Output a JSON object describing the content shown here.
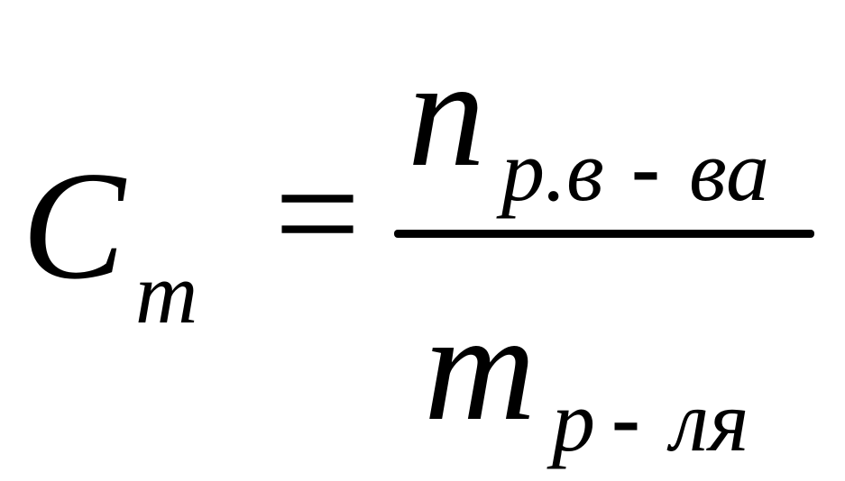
{
  "formula": {
    "lhs_main": "C",
    "lhs_sub": "m",
    "equals": "=",
    "numerator_main": "n",
    "numerator_sub_a": "р.в",
    "numerator_sub_dash": "-",
    "numerator_sub_b": "ва",
    "denominator_main": "m",
    "denominator_sub_a": "р",
    "denominator_sub_dash": "-",
    "denominator_sub_b": "ля"
  },
  "colors": {
    "ink": "#000000",
    "background": "#ffffff"
  }
}
